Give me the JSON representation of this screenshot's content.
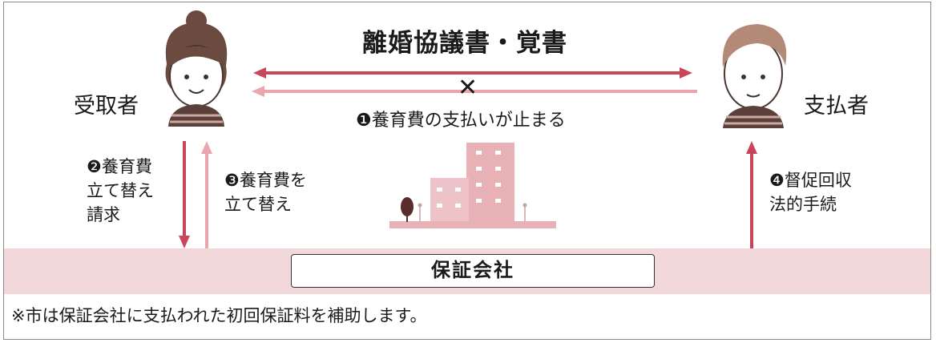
{
  "title": "離婚協議書・覚書",
  "receiver_label": "受取者",
  "payer_label": "支払者",
  "stop_mark": "✕",
  "step1": "❶養育費の支払いが止まる",
  "step2": [
    "❷養育費",
    "立て替え",
    "請求"
  ],
  "step3": [
    "❸養育費を",
    "立て替え"
  ],
  "step4": [
    "❹督促回収",
    "法的手続"
  ],
  "company": "保証会社",
  "note": "※市は保証会社に支払われた初回保証料を補助します。",
  "colors": {
    "arrow_dark": "#c8465b",
    "arrow_light": "#e9a7ad",
    "band": "#f3d8db",
    "building": "#e7b1b6"
  }
}
